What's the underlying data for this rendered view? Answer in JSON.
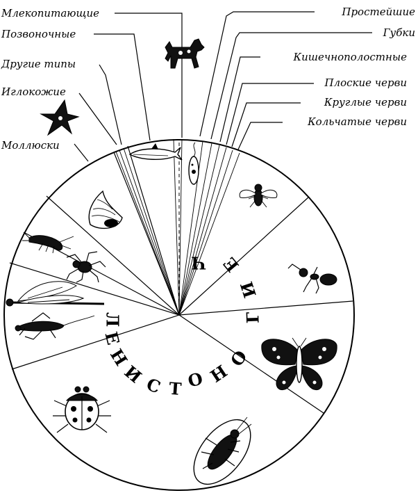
{
  "labels_left": [
    "Млекопитающие",
    "Позвоночные",
    "Другие типы",
    "Иглокожие",
    "Моллюски"
  ],
  "labels_right": [
    "Простейшие",
    "Губки",
    "Кишечнополостные",
    "Плоские черви",
    "Круглые черви",
    "Кольчатые черви"
  ],
  "arc_word": {
    "part1": "ЧЛЕНИСТО",
    "part2": "НОГИЕ"
  },
  "pictograms": [
    "dog-icon",
    "starfish-icon",
    "shark-icon",
    "protozoan-icon",
    "snail-shell-icon",
    "fly-icon",
    "shrimp-icon",
    "spider-icon",
    "ant-icon",
    "dragonfly-icon",
    "grasshopper-icon",
    "butterfly-icon",
    "ladybug-icon",
    "beetle-icon"
  ]
}
